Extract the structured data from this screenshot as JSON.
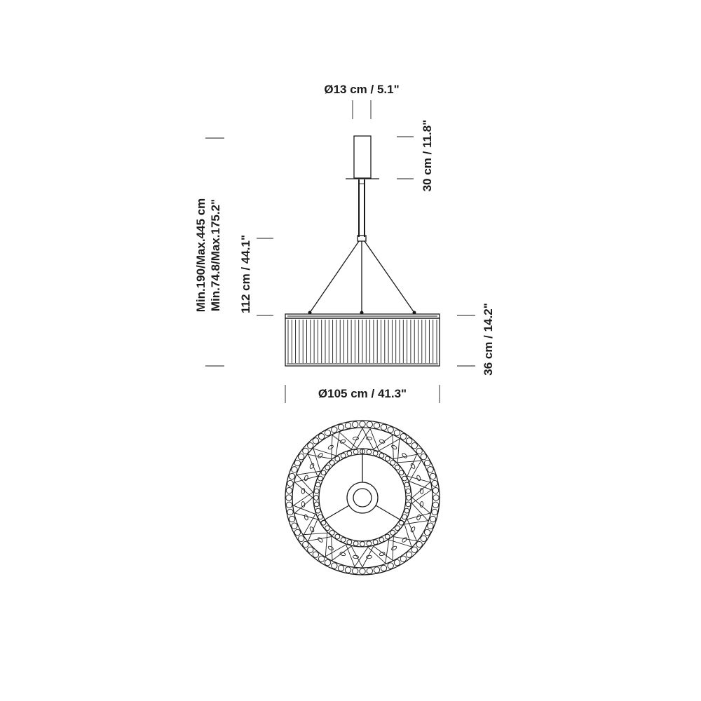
{
  "dimensions": {
    "canopy_diameter": "Ø13 cm / 5.1\"",
    "canopy_height": "30 cm / 11.8\"",
    "total_height_min_max_cm": "Min.190/Max.445 cm",
    "total_height_min_max_in": "Min.74.8/Max.175.2\"",
    "suspension_height": "112 cm / 44.1\"",
    "shade_height": "36 cm / 14.2\"",
    "shade_diameter": "Ø105 cm / 41.3\""
  },
  "colors": {
    "line": "#1a1a1a",
    "background": "#ffffff"
  }
}
